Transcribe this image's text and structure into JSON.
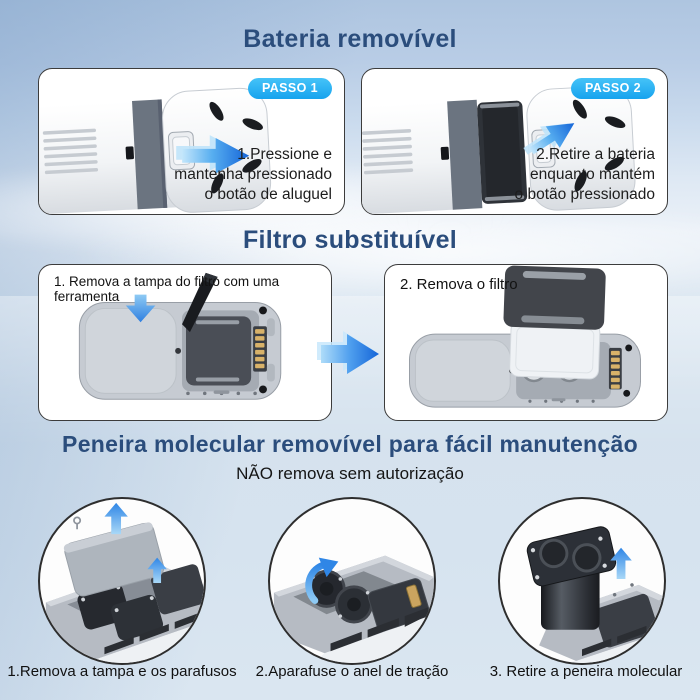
{
  "battery": {
    "title": "Bateria removível",
    "step1": {
      "badge": "PASSO 1",
      "text": "1.Pressione e\nmantenha pressionado\no botão de aluguel"
    },
    "step2": {
      "badge": "PASSO 2",
      "text": "2.Retire a bateria\nenquanto mantém\no botão pressionado"
    }
  },
  "filter": {
    "title": "Filtro substituível",
    "step1": {
      "label": "1. Remova a tampa do filtro com uma ferramenta"
    },
    "step2": {
      "label": "2. Remova o filtro"
    }
  },
  "sieve": {
    "title": "Peneira molecular removível para fácil manutenção",
    "subtitle": "NÃO remova sem autorização",
    "step1": {
      "caption": "1.Remova a tampa e os parafusos"
    },
    "step2": {
      "caption": "2.Aparafuse o anel de tração"
    },
    "step3": {
      "caption": "3. Retire a peneira molecular"
    }
  },
  "icons": {
    "arrow-right-icon": "→",
    "arrow-up-icon": "↑",
    "arrow-down-icon": "↓",
    "rotate-cw-icon": "↻"
  },
  "colors": {
    "title_blue": "#2b4d7c",
    "badge_blue": "#29b5f2",
    "arrow_blue_dark": "#1565d8",
    "arrow_blue_light": "#c3e6fb",
    "panel_border": "#3c3c3c",
    "text_dark": "#1d1d1d"
  }
}
